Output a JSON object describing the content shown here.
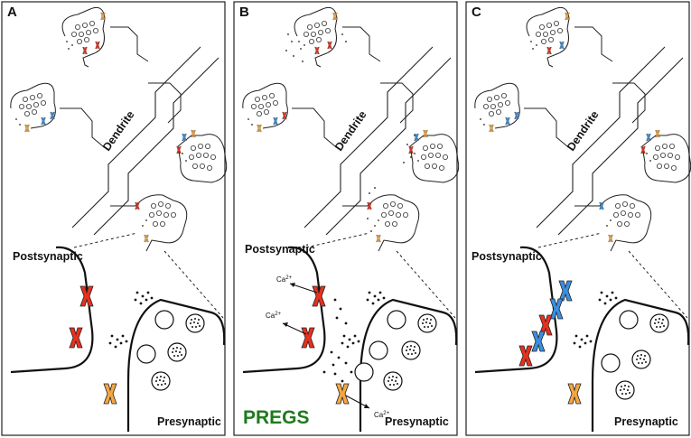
{
  "panels": [
    {
      "letter": "A",
      "dendrite": "Dendrite",
      "postsynaptic": "Postsynaptic",
      "presynaptic": "Presynaptic"
    },
    {
      "letter": "B",
      "dendrite": "Dendrite",
      "postsynaptic": "Postsynaptic",
      "presynaptic": "Presynaptic",
      "ion_labels": [
        "Ca2+",
        "Ca2+",
        "Ca2+"
      ],
      "drug_label": "PREGS"
    },
    {
      "letter": "C",
      "dendrite": "Dendrite",
      "postsynaptic": "Postsynaptic",
      "presynaptic": "Presynaptic"
    }
  ],
  "colors": {
    "red_receptor": "#e8301e",
    "blue_receptor": "#3a8fe0",
    "orange_receptor": "#f5a742",
    "drug_green": "#1e7a1e",
    "panel_border": "#222222"
  }
}
